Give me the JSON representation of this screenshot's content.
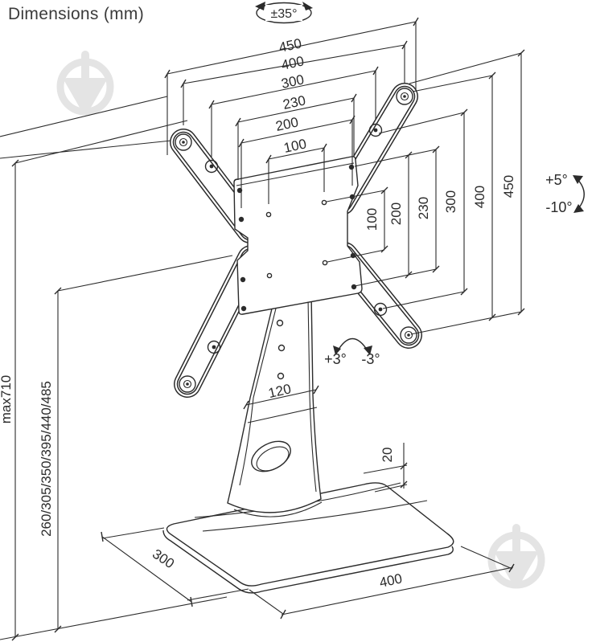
{
  "title": "Dimensions (mm)",
  "colors": {
    "line": "#2b2b2b",
    "watermark": "#e4e4e4",
    "background": "#ffffff"
  },
  "angles": {
    "swivel": "±35°",
    "tilt_up": "+5°",
    "tilt_down": "-10°",
    "rotate_plus": "+3°",
    "rotate_minus": "-3°"
  },
  "dims": {
    "top": [
      "450",
      "400",
      "300",
      "230",
      "200",
      "100"
    ],
    "right": [
      "100",
      "200",
      "230",
      "300",
      "400",
      "450"
    ],
    "max_height": "max710",
    "height_steps": "260/305/350/395/440/485",
    "column": "120",
    "base_depth": "300",
    "base_width": "400",
    "base_thickness": "20"
  }
}
